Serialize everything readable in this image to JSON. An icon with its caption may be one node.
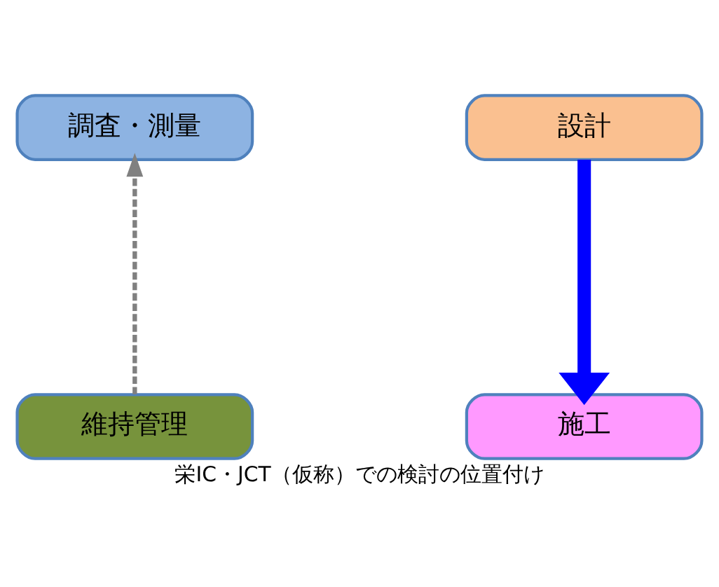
{
  "diagram": {
    "caption": "栄IC・JCT（仮称）での検討の位置付け",
    "nodes": [
      {
        "text": [
          "調査・測量"
        ]
      },
      {
        "text": [
          "設計"
        ]
      },
      {
        "text": [
          "施工"
        ]
      },
      {
        "text": [
          "維持管理"
        ]
      }
    ],
    "edges": [
      {
        "from": 1,
        "to": 2,
        "arrow": "to",
        "style": "thick",
        "color": "#0000ff"
      },
      {
        "from": 3,
        "to": 0,
        "arrow": "to",
        "style": "dashed",
        "color": "#808080"
      }
    ]
  }
}
